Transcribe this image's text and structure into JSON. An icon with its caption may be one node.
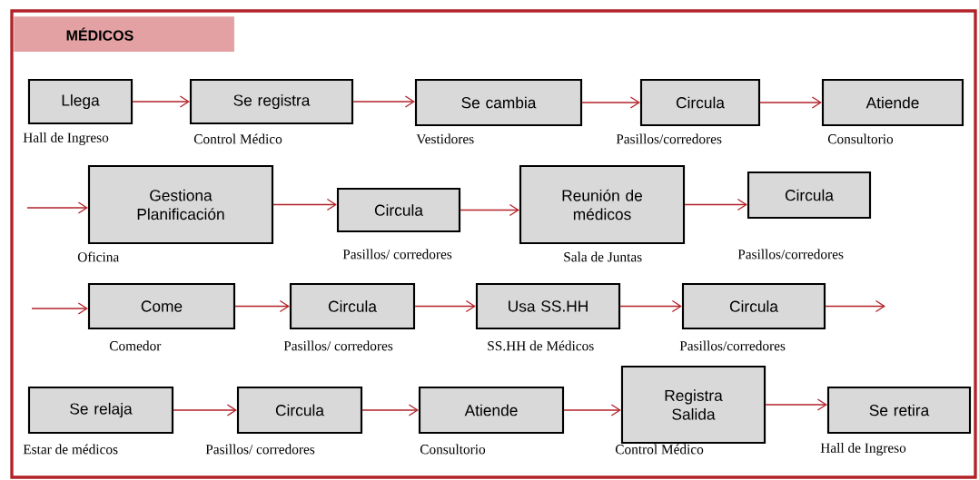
{
  "diagram": {
    "title": "MÉDICOS",
    "nodes": [
      {
        "text": [
          "Llega"
        ],
        "beside": [
          "Hall de Ingreso"
        ]
      },
      {
        "text": [
          "Se registra"
        ],
        "beside": [
          "Control Médico"
        ]
      },
      {
        "text": [
          "Se cambia"
        ],
        "beside": [
          "Vestidores"
        ]
      },
      {
        "text": [
          "Circula"
        ],
        "beside": [
          "Pasillos/corredores"
        ]
      },
      {
        "text": [
          "Atiende"
        ],
        "beside": [
          "Consultorio"
        ]
      },
      {
        "text": [
          "Gestiona Planificación"
        ],
        "beside": [
          "Oficina"
        ]
      },
      {
        "text": [
          "Circula"
        ],
        "beside": [
          "Pasillos/ corredores"
        ]
      },
      {
        "text": [
          "Reunión de médicos"
        ],
        "beside": [
          "Sala de Juntas"
        ]
      },
      {
        "text": [
          "Circula"
        ],
        "beside": [
          "Pasillos/corredores"
        ]
      },
      {
        "text": [
          "Come"
        ],
        "beside": [
          "Comedor"
        ]
      },
      {
        "text": [
          "Circula"
        ],
        "beside": [
          "Pasillos/ corredores"
        ]
      },
      {
        "text": [
          "Usa SS.HH"
        ],
        "beside": [
          "SS.HH de Médicos"
        ]
      },
      {
        "text": [
          "Circula"
        ],
        "beside": [
          "Pasillos/corredores"
        ]
      },
      {
        "text": [
          "Se relaja"
        ],
        "beside": [
          "Estar de médicos"
        ]
      },
      {
        "text": [
          "Circula"
        ],
        "beside": [
          "Pasillos/ corredores"
        ]
      },
      {
        "text": [
          "Atiende"
        ],
        "beside": [
          "Consultorio"
        ]
      },
      {
        "text": [
          "Registra Salida"
        ],
        "beside": [
          "Control Médico"
        ]
      },
      {
        "text": [
          "Se retira"
        ],
        "beside": [
          "Hall de Ingreso"
        ]
      }
    ],
    "edges": [
      {
        "from": 0,
        "to": 1,
        "arrow": "to"
      },
      {
        "from": 1,
        "to": 2,
        "arrow": "to"
      },
      {
        "from": 2,
        "to": 3,
        "arrow": "to"
      },
      {
        "from": 3,
        "to": 4,
        "arrow": "to"
      },
      {
        "from": null,
        "to": 5,
        "arrow": "to"
      },
      {
        "from": 5,
        "to": 6,
        "arrow": "to"
      },
      {
        "from": 6,
        "to": 7,
        "arrow": "to"
      },
      {
        "from": 7,
        "to": 8,
        "arrow": "to"
      },
      {
        "from": null,
        "to": 9,
        "arrow": "to"
      },
      {
        "from": 9,
        "to": 10,
        "arrow": "to"
      },
      {
        "from": 10,
        "to": 11,
        "arrow": "to"
      },
      {
        "from": 11,
        "to": 12,
        "arrow": "to"
      },
      {
        "from": 12,
        "to": null,
        "arrow": "to"
      },
      {
        "from": 13,
        "to": 14,
        "arrow": "to"
      },
      {
        "from": 14,
        "to": 15,
        "arrow": "to"
      },
      {
        "from": 15,
        "to": 16,
        "arrow": "to"
      },
      {
        "from": 16,
        "to": 17,
        "arrow": "to"
      }
    ]
  }
}
